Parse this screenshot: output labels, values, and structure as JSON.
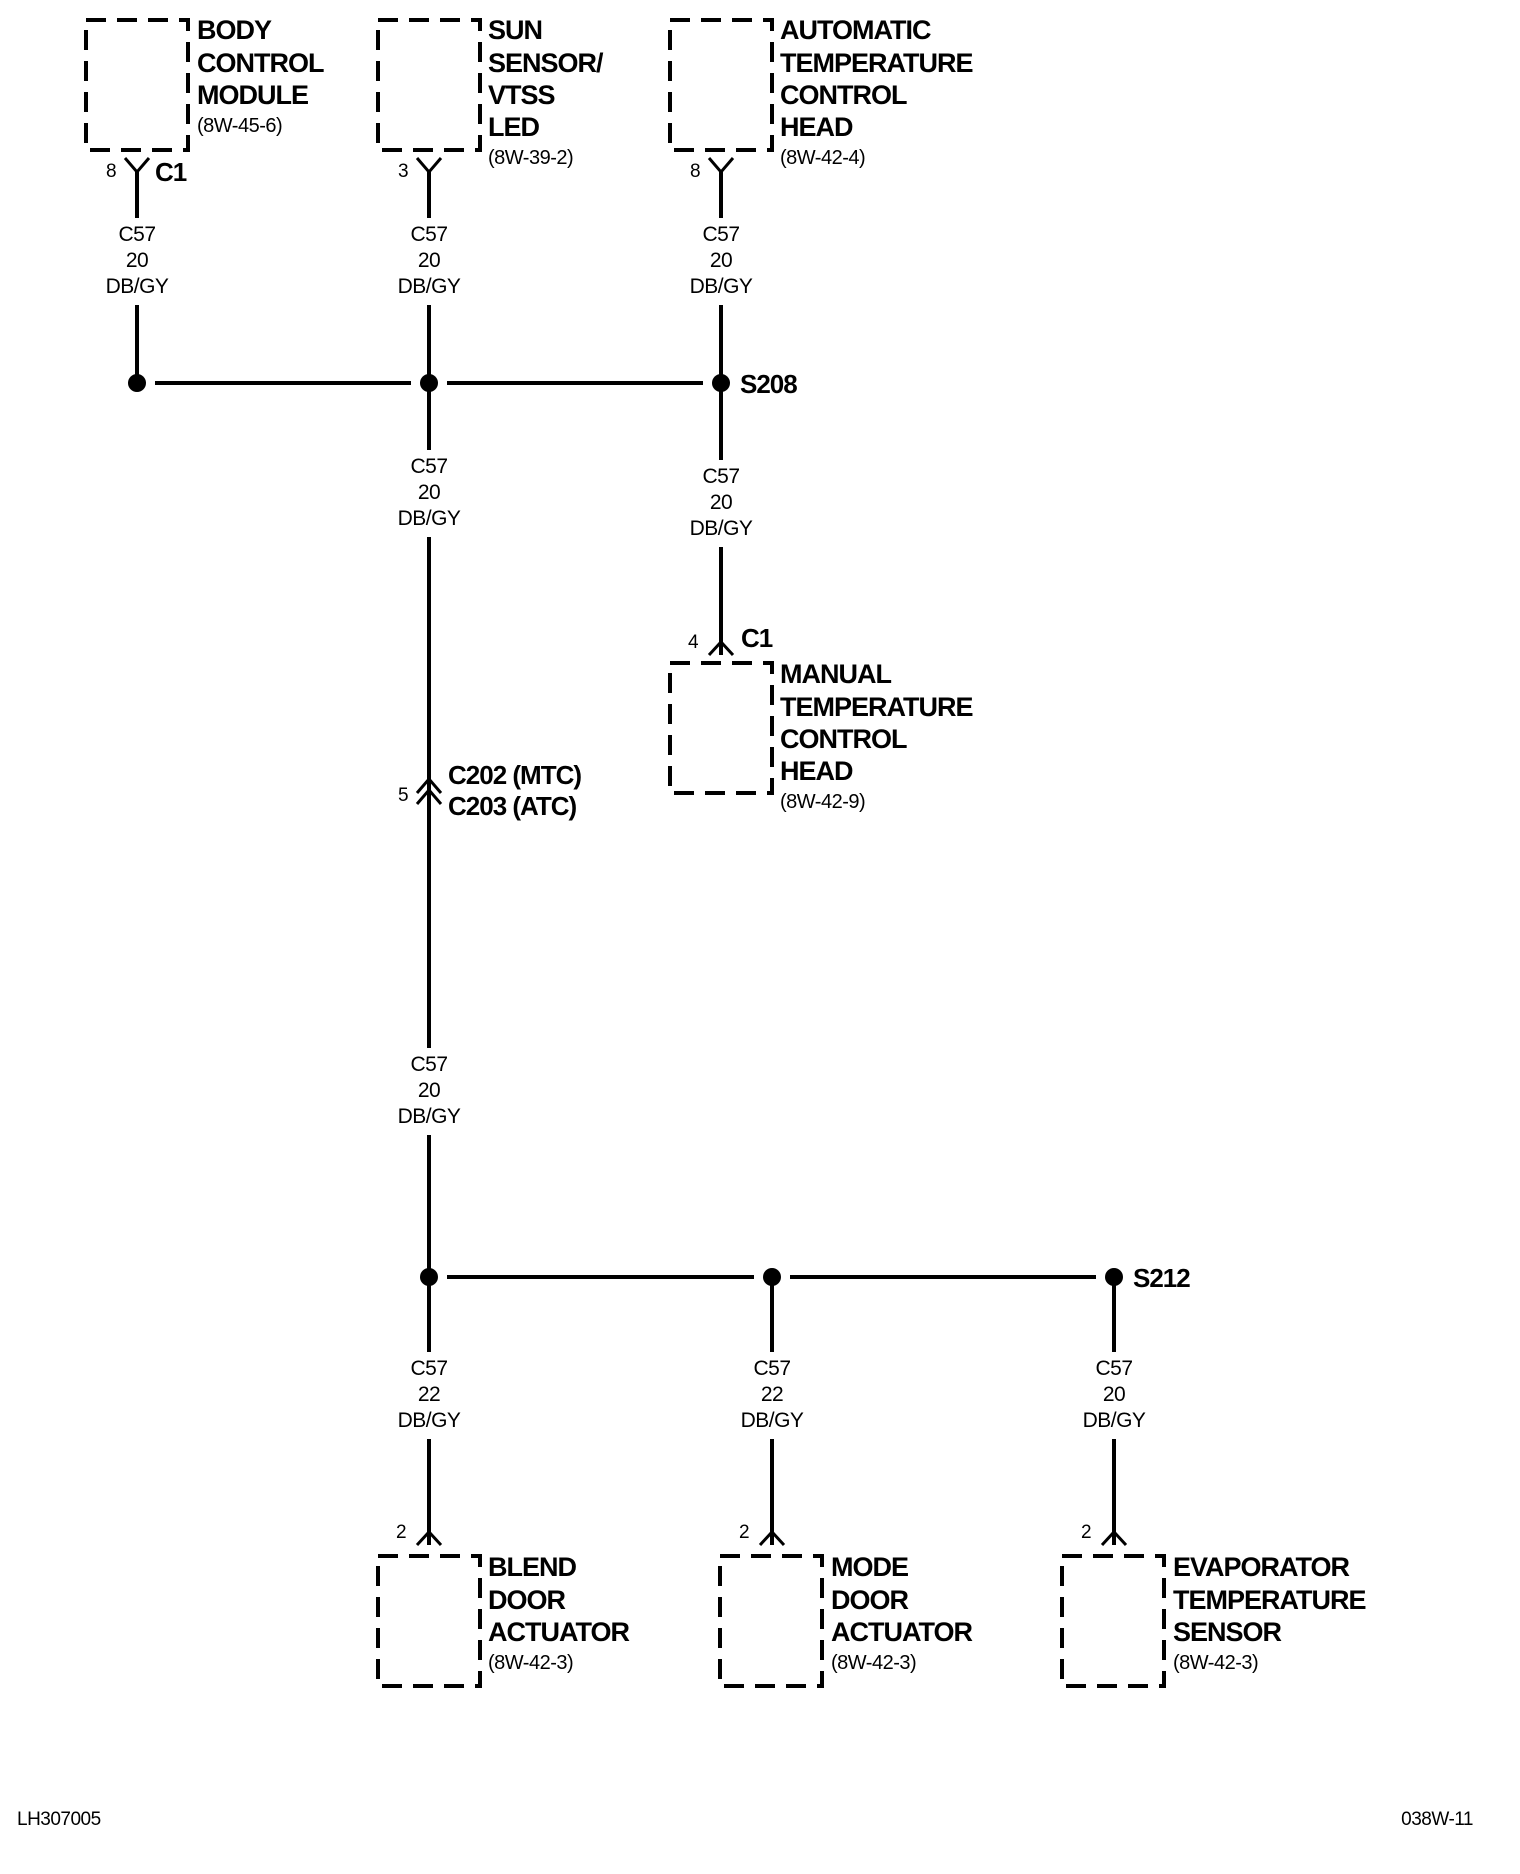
{
  "components": {
    "bcm": {
      "lines": [
        "BODY",
        "CONTROL",
        "MODULE"
      ],
      "ref": "(8W-45-6)",
      "pin": "8",
      "connector": "C1"
    },
    "sun": {
      "lines": [
        "SUN",
        "SENSOR/",
        "VTSS",
        "LED"
      ],
      "ref": "(8W-39-2)",
      "pin": "3"
    },
    "atc": {
      "lines": [
        "AUTOMATIC",
        "TEMPERATURE",
        "CONTROL",
        "HEAD"
      ],
      "ref": "(8W-42-4)",
      "pin": "8"
    },
    "mtc": {
      "lines": [
        "MANUAL",
        "TEMPERATURE",
        "CONTROL",
        "HEAD"
      ],
      "ref": "(8W-42-9)",
      "pin": "4",
      "connector": "C1"
    },
    "blend": {
      "lines": [
        "BLEND",
        "DOOR",
        "ACTUATOR"
      ],
      "ref": "(8W-42-3)",
      "pin": "2"
    },
    "mode": {
      "lines": [
        "MODE",
        "DOOR",
        "ACTUATOR"
      ],
      "ref": "(8W-42-3)",
      "pin": "2"
    },
    "evap": {
      "lines": [
        "EVAPORATOR",
        "TEMPERATURE",
        "SENSOR"
      ],
      "ref": "(8W-42-3)",
      "pin": "2"
    }
  },
  "wires": {
    "w_bcm": [
      "C57",
      "20",
      "DB/GY"
    ],
    "w_sun": [
      "C57",
      "20",
      "DB/GY"
    ],
    "w_atc": [
      "C57",
      "20",
      "DB/GY"
    ],
    "w_mid": [
      "C57",
      "20",
      "DB/GY"
    ],
    "w_mtc": [
      "C57",
      "20",
      "DB/GY"
    ],
    "w_low": [
      "C57",
      "20",
      "DB/GY"
    ],
    "w_blend": [
      "C57",
      "22",
      "DB/GY"
    ],
    "w_mode": [
      "C57",
      "22",
      "DB/GY"
    ],
    "w_evap": [
      "C57",
      "20",
      "DB/GY"
    ]
  },
  "splices": {
    "s208": "S208",
    "s212": "S212"
  },
  "inline": {
    "pin": "5",
    "lines": [
      "C202 (MTC)",
      "C203 (ATC)"
    ]
  },
  "footer": {
    "left": "LH307005",
    "right": "038W-11"
  }
}
